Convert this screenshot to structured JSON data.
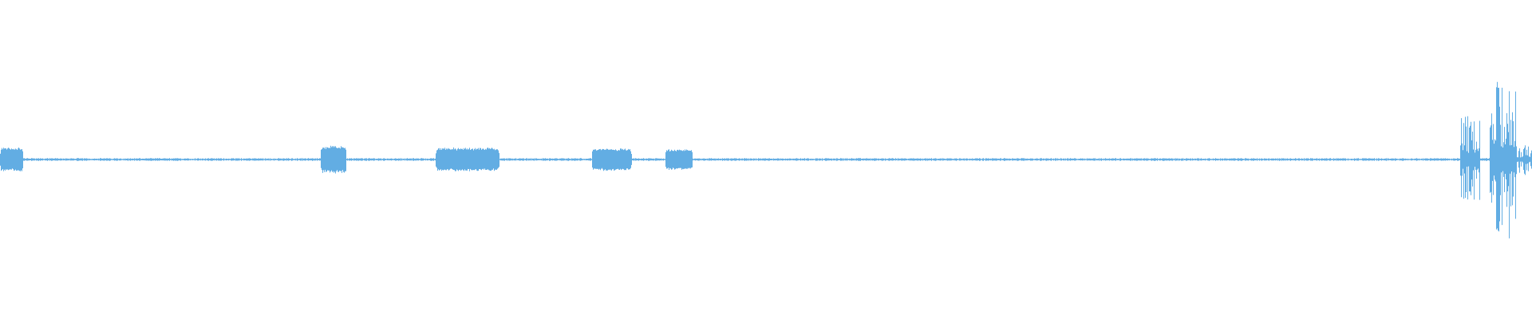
{
  "waveform": {
    "color": "#62ade3",
    "background": "#ffffff",
    "baseline_amplitude": 0.012,
    "segments": [
      {
        "start": 0.0,
        "end": 0.015,
        "amplitude": 0.14
      },
      {
        "start": 0.209,
        "end": 0.226,
        "amplitude": 0.16
      },
      {
        "start": 0.284,
        "end": 0.326,
        "amplitude": 0.14
      },
      {
        "start": 0.386,
        "end": 0.412,
        "amplitude": 0.13
      },
      {
        "start": 0.434,
        "end": 0.452,
        "amplitude": 0.12
      }
    ],
    "bursts": [
      {
        "start": 0.953,
        "end": 0.966,
        "amplitude": 0.55
      },
      {
        "start": 0.972,
        "end": 0.99,
        "amplitude": 1.0
      },
      {
        "start": 0.99,
        "end": 1.0,
        "amplitude": 0.18
      }
    ]
  }
}
